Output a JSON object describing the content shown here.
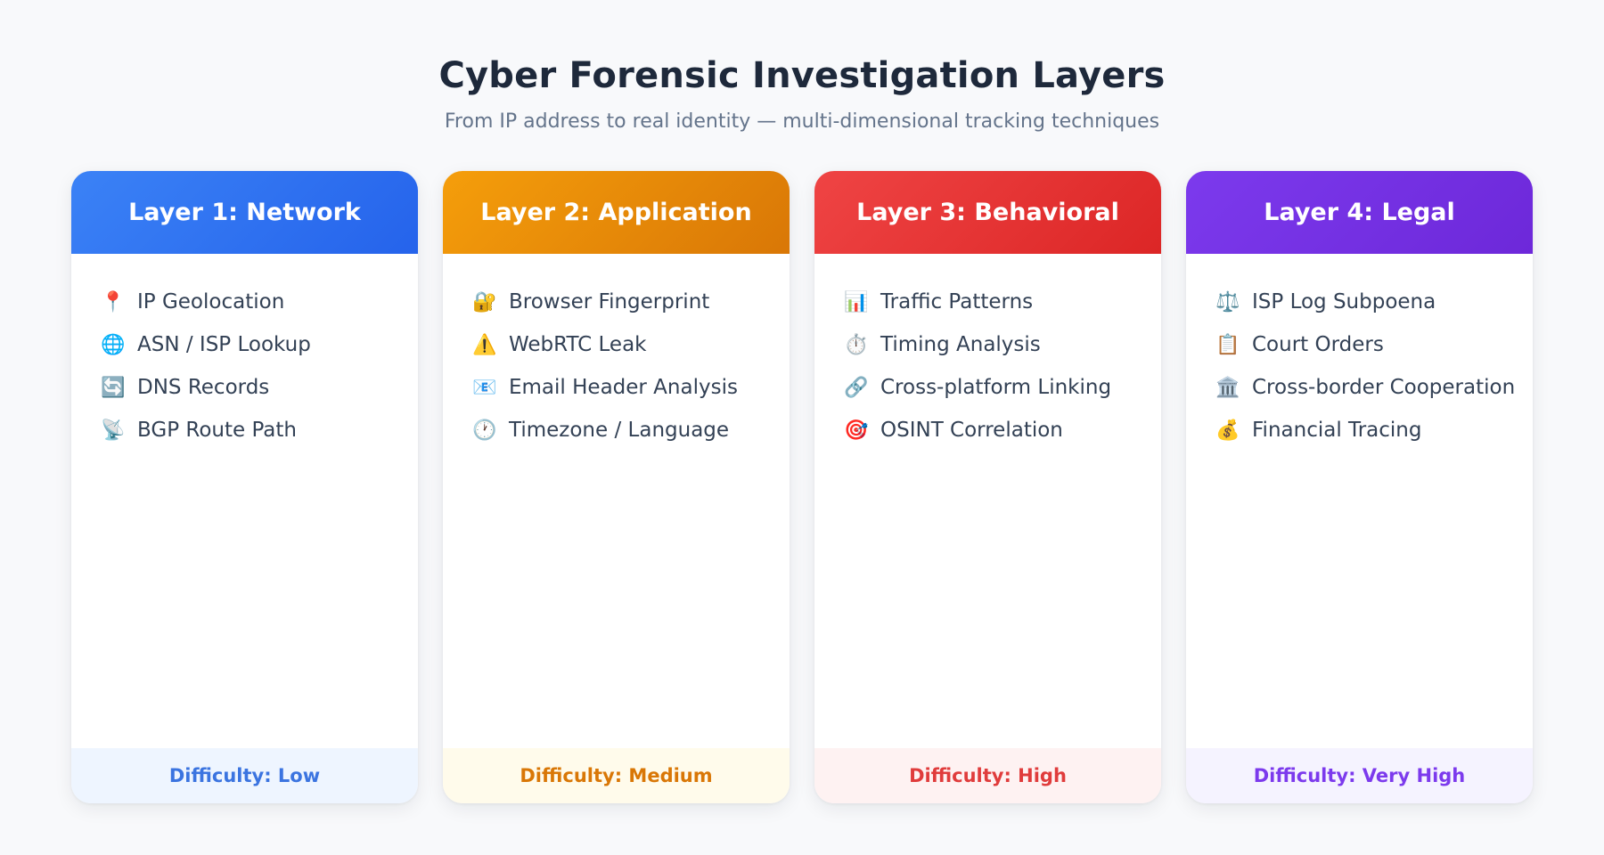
{
  "header": {
    "title": "Cyber Forensic Investigation Layers",
    "subtitle": "From IP address to real identity — multi-dimensional tracking techniques"
  },
  "layers": [
    {
      "title": "Layer 1: Network",
      "colors": {
        "from": "#3b82f6",
        "to": "#2563eb",
        "text": "#3b74e0",
        "footer_bg": "#eef5ff"
      },
      "items": [
        {
          "icon": "pin-icon",
          "glyph": "📍",
          "label": "IP Geolocation"
        },
        {
          "icon": "globe-icon",
          "glyph": "🌐",
          "label": "ASN / ISP Lookup"
        },
        {
          "icon": "refresh-icon",
          "glyph": "🔄",
          "label": "DNS Records"
        },
        {
          "icon": "satellite-dish-icon",
          "glyph": "📡",
          "label": "BGP Route Path"
        }
      ],
      "difficulty": "Difficulty: Low"
    },
    {
      "title": "Layer 2: Application",
      "colors": {
        "from": "#f59e0b",
        "to": "#d97706",
        "text": "#d97706",
        "footer_bg": "#fffbeb"
      },
      "items": [
        {
          "icon": "lock-icon",
          "glyph": "🔐",
          "label": "Browser Fingerprint"
        },
        {
          "icon": "warning-icon",
          "glyph": "⚠️",
          "label": "WebRTC Leak"
        },
        {
          "icon": "email-icon",
          "glyph": "📧",
          "label": "Email Header Analysis"
        },
        {
          "icon": "clock-icon",
          "glyph": "🕐",
          "label": "Timezone / Language"
        }
      ],
      "difficulty": "Difficulty: Medium"
    },
    {
      "title": "Layer 3: Behavioral",
      "colors": {
        "from": "#ef4444",
        "to": "#dc2626",
        "text": "#e03c3c",
        "footer_bg": "#fef2f2"
      },
      "items": [
        {
          "icon": "chart-icon",
          "glyph": "📊",
          "label": "Traffic Patterns"
        },
        {
          "icon": "stopwatch-icon",
          "glyph": "⏱️",
          "label": "Timing Analysis"
        },
        {
          "icon": "link-icon",
          "glyph": "🔗",
          "label": "Cross-platform Linking"
        },
        {
          "icon": "target-icon",
          "glyph": "🎯",
          "label": "OSINT Correlation"
        }
      ],
      "difficulty": "Difficulty: High"
    },
    {
      "title": "Layer 4: Legal",
      "colors": {
        "from": "#7c3aed",
        "to": "#6d28d9",
        "text": "#7c3aed",
        "footer_bg": "#f5f3ff"
      },
      "items": [
        {
          "icon": "scales-icon",
          "glyph": "⚖️",
          "label": "ISP Log Subpoena"
        },
        {
          "icon": "clipboard-icon",
          "glyph": "📋",
          "label": "Court Orders"
        },
        {
          "icon": "building-icon",
          "glyph": "🏛️",
          "label": "Cross-border Cooperation"
        },
        {
          "icon": "money-bag-icon",
          "glyph": "💰",
          "label": "Financial Tracing"
        }
      ],
      "difficulty": "Difficulty: Very High"
    }
  ]
}
